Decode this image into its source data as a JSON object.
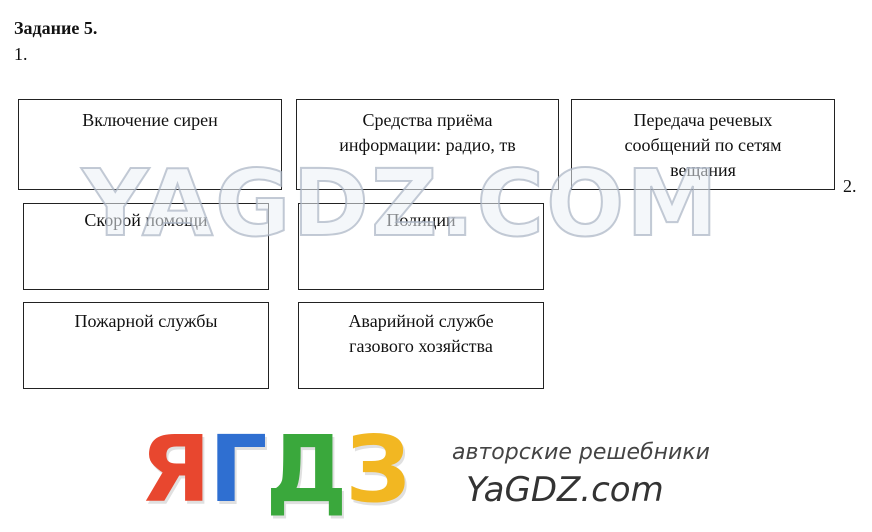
{
  "heading": "Задание 5.",
  "labels": {
    "one": "1.",
    "two": "2."
  },
  "row1": [
    {
      "lines": [
        "Включение сирен"
      ]
    },
    {
      "lines": [
        "Средства приёма",
        "информации: радио, тв"
      ]
    },
    {
      "lines": [
        "Передача речевых",
        "сообщений по сетям",
        "вещания"
      ]
    }
  ],
  "row2": [
    {
      "lines": [
        "Скорой помощи"
      ]
    },
    {
      "lines": [
        "Полиции"
      ]
    }
  ],
  "row3": [
    {
      "lines": [
        "Пожарной службы"
      ]
    },
    {
      "lines": [
        "Аварийной службе",
        "газового хозяйства"
      ]
    }
  ],
  "watermark": "YAGDZ.COM",
  "logo": {
    "letters": [
      "Я",
      "Г",
      "Д",
      "З"
    ],
    "colors": [
      "#e8472f",
      "#2f6fd1",
      "#3aa83c",
      "#f2b722"
    ],
    "tagline": "авторские решебники",
    "site": "YaGDZ.com"
  }
}
